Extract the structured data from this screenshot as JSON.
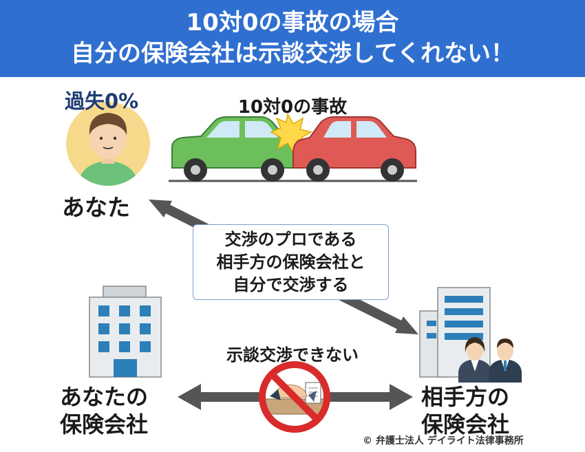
{
  "header": {
    "line1": "10対0の事故の場合",
    "line2": "自分の保険会社は示談交渉してくれない！",
    "background_color": "#2f6fd0"
  },
  "you": {
    "fault_label": "過失0%",
    "name_label": "あなた"
  },
  "accident": {
    "label": "10対0の事故",
    "car_left_color": "#6dbf5b",
    "car_right_color": "#e05a55"
  },
  "message": {
    "lines": [
      "交渉のプロである",
      "相手方の保険会社と",
      "自分で交渉する"
    ]
  },
  "settlement": {
    "label": "示談交渉できない",
    "prohibited_icon": "no-entry-icon",
    "prohibited_color": "#d92b2b"
  },
  "your_insurer": {
    "lines": [
      "あなたの",
      "保険会社"
    ]
  },
  "their_insurer": {
    "lines": [
      "相手方の",
      "保険会社"
    ]
  },
  "copyright": "© 弁護士法人 デイライト法律事務所"
}
